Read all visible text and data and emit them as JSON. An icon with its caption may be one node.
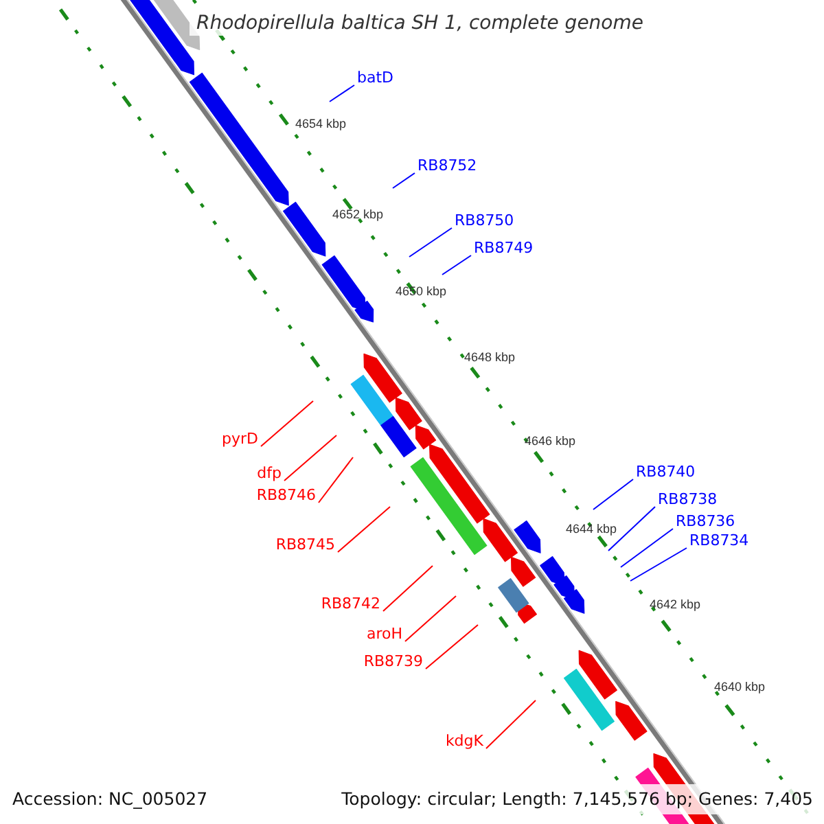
{
  "diagram": {
    "title": "Rhodopirellula baltica SH 1, complete genome",
    "nodes": [
      {
        "text": [
          "batD"
        ]
      },
      {
        "text": [
          "RB8752"
        ]
      },
      {
        "text": [
          "RB8750"
        ]
      },
      {
        "text": [
          "RB8749"
        ]
      },
      {
        "text": [
          "pyrD"
        ]
      },
      {
        "text": [
          "RB8740"
        ]
      },
      {
        "text": [
          "dfp"
        ]
      },
      {
        "text": [
          "RB8746"
        ]
      },
      {
        "text": [
          "RB8738"
        ]
      },
      {
        "text": [
          "RB8736"
        ]
      },
      {
        "text": [
          "RB8734"
        ]
      },
      {
        "text": [
          "RB8745"
        ]
      },
      {
        "text": [
          "RB8742"
        ]
      },
      {
        "text": [
          "aroH"
        ]
      },
      {
        "text": [
          "RB8739"
        ]
      },
      {
        "text": [
          "kdgK"
        ]
      }
    ],
    "edges": [
      {
        "from": 0,
        "to": null,
        "arrow": "none",
        "color": "#0000ff"
      },
      {
        "from": 1,
        "to": null,
        "arrow": "none",
        "color": "#0000ff"
      },
      {
        "from": 2,
        "to": null,
        "arrow": "none",
        "color": "#0000ff"
      },
      {
        "from": 3,
        "to": null,
        "arrow": "none",
        "color": "#0000ff"
      },
      {
        "from": 4,
        "to": null,
        "arrow": "none",
        "color": "#ff0000"
      },
      {
        "from": 5,
        "to": null,
        "arrow": "none",
        "color": "#0000ff"
      },
      {
        "from": 6,
        "to": null,
        "arrow": "none",
        "color": "#ff0000"
      },
      {
        "from": 7,
        "to": null,
        "arrow": "none",
        "color": "#ff0000"
      },
      {
        "from": 8,
        "to": null,
        "arrow": "none",
        "color": "#0000ff"
      },
      {
        "from": 9,
        "to": null,
        "arrow": "none",
        "color": "#0000ff"
      },
      {
        "from": 10,
        "to": null,
        "arrow": "none",
        "color": "#0000ff"
      },
      {
        "from": 11,
        "to": null,
        "arrow": "none",
        "color": "#ff0000"
      },
      {
        "from": 12,
        "to": null,
        "arrow": "none",
        "color": "#ff0000"
      },
      {
        "from": 13,
        "to": null,
        "arrow": "none",
        "color": "#ff0000"
      },
      {
        "from": 14,
        "to": null,
        "arrow": "none",
        "color": "#ff0000"
      },
      {
        "from": 15,
        "to": null,
        "arrow": "none",
        "color": "#ff0000"
      }
    ],
    "labels": [
      "4654 kbp",
      "4652 kbp",
      "4650 kbp",
      "4648 kbp",
      "4646 kbp",
      "4644 kbp",
      "4642 kbp",
      "4640 kbp",
      "Accession: NC_005027",
      "Topology: circular; Length: 7,145,576 bp; Genes: 7,405"
    ]
  }
}
